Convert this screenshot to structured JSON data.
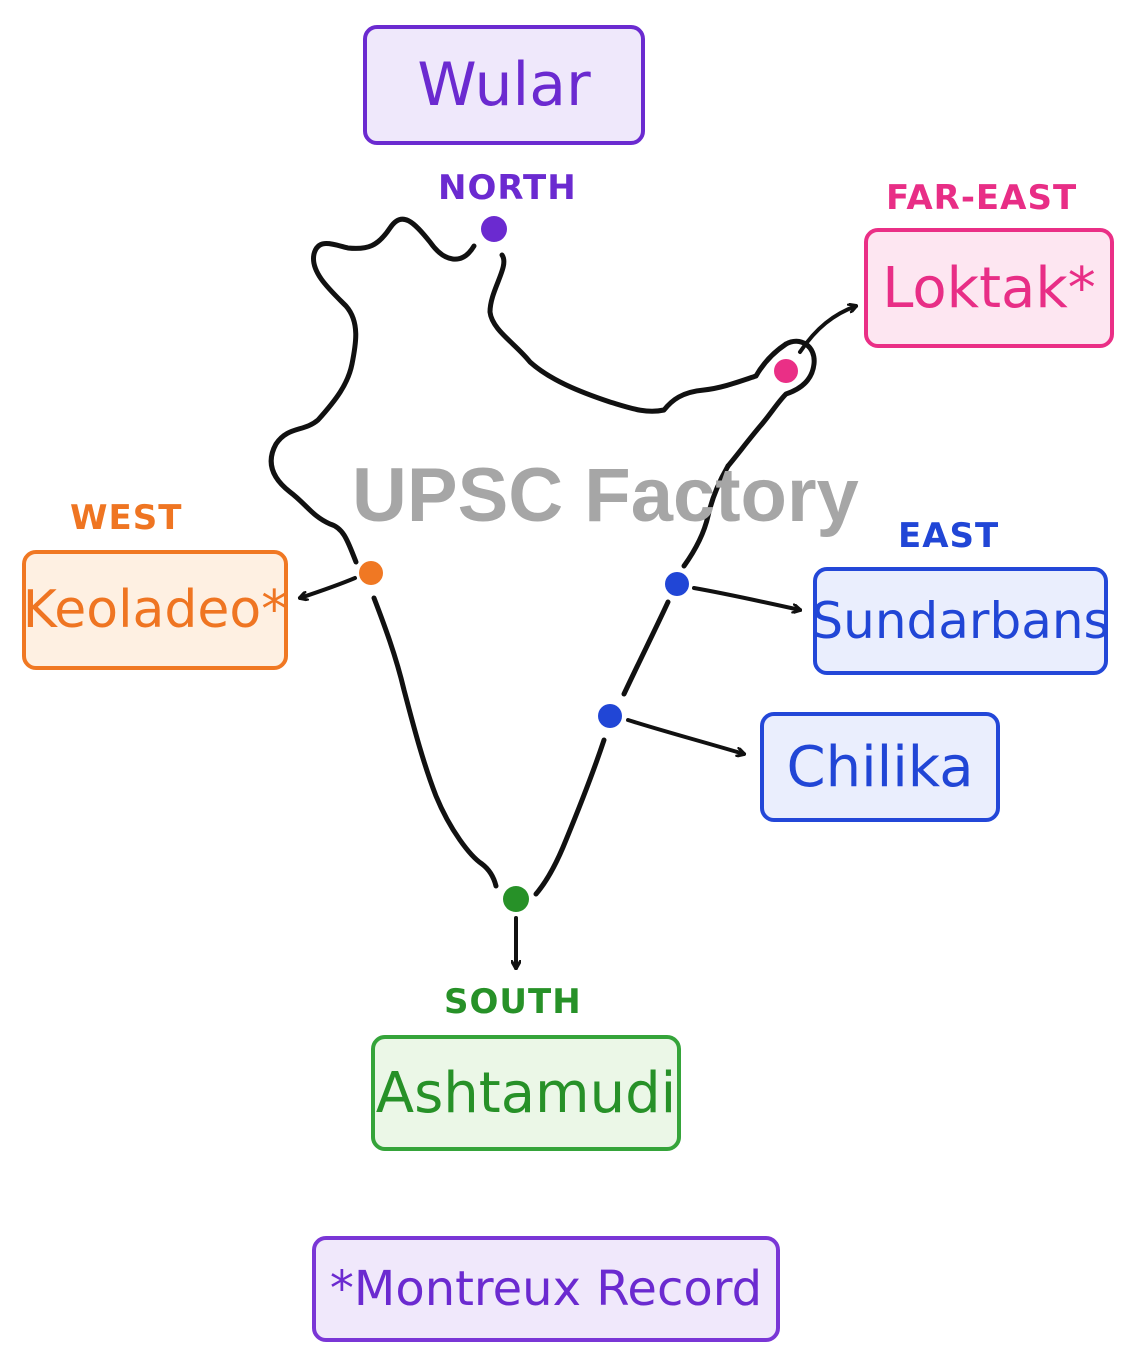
{
  "watermark": "UPSC Factory",
  "regions": {
    "north": "NORTH",
    "far_east": "FAR-EAST",
    "west": "WEST",
    "east": "EAST",
    "south": "SOUTH"
  },
  "lakes": {
    "wular": "Wular",
    "loktak": "Loktak*",
    "keoladeo": "Keoladeo*",
    "sundarbans": "Sundarbans",
    "chilika": "Chilika",
    "ashtamudi": "Ashtamudi"
  },
  "legend": "*Montreux Record",
  "colors": {
    "north": "#6b2ad0",
    "far_east": "#e82e86",
    "west": "#ef7522",
    "east": "#2146d6",
    "south": "#279128",
    "outline": "#111111",
    "watermark": "#a6a6a6"
  }
}
